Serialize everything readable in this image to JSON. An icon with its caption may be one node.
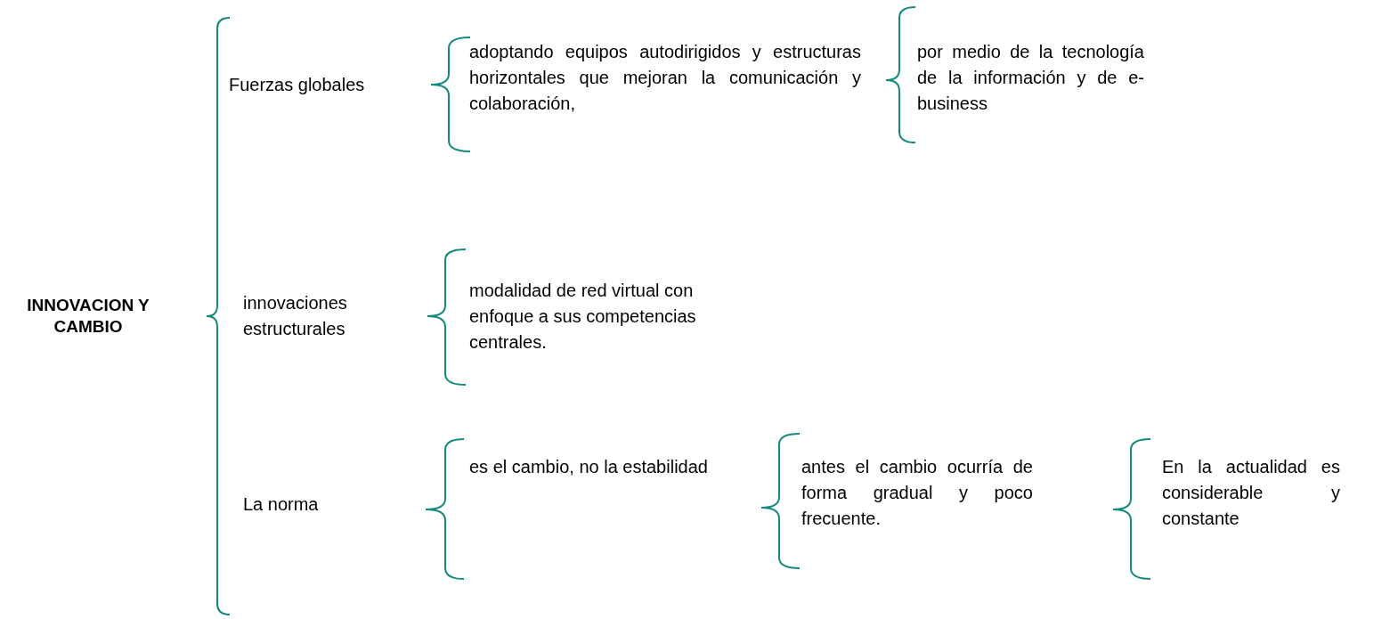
{
  "diagram": {
    "nodes": [
      {
        "text": [
          "INNOVACION Y CAMBIO"
        ]
      },
      {
        "text": [
          "Fuerzas globales"
        ]
      },
      {
        "text": [
          "adoptando equipos autodirigidos y estructuras horizontales que mejoran la comunicación y colaboración,"
        ]
      },
      {
        "text": [
          "por medio de la tecnología de la información y de e-business"
        ]
      },
      {
        "text": [
          "innovaciones estructurales"
        ]
      },
      {
        "text": [
          "modalidad de red virtual con enfoque a sus competencias centrales."
        ]
      },
      {
        "text": [
          "La norma"
        ]
      },
      {
        "text": [
          "es el cambio, no la estabilidad"
        ]
      },
      {
        "text": [
          "antes el cambio ocurría de forma gradual y poco frecuente."
        ]
      },
      {
        "text": [
          "En la actualidad es considerable y constante"
        ]
      }
    ]
  }
}
